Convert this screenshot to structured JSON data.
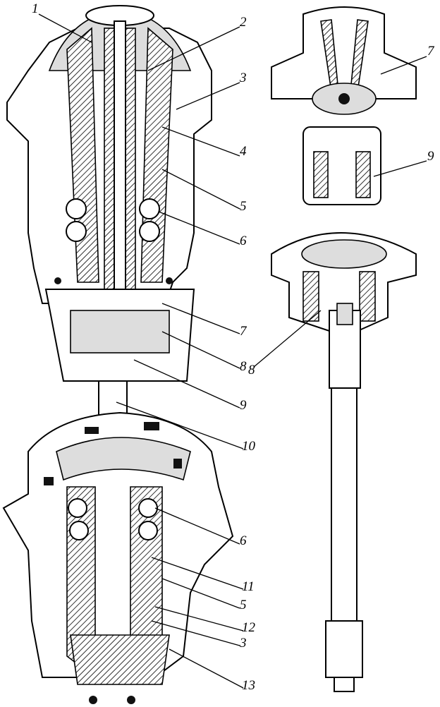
{
  "figure": {
    "left_assembly_labels": [
      "1",
      "2",
      "3",
      "4",
      "5",
      "6",
      "7",
      "8",
      "9",
      "10",
      "6",
      "11",
      "5",
      "12",
      "3",
      "13"
    ],
    "right_assembly_labels": [
      "7",
      "9",
      "8"
    ]
  }
}
